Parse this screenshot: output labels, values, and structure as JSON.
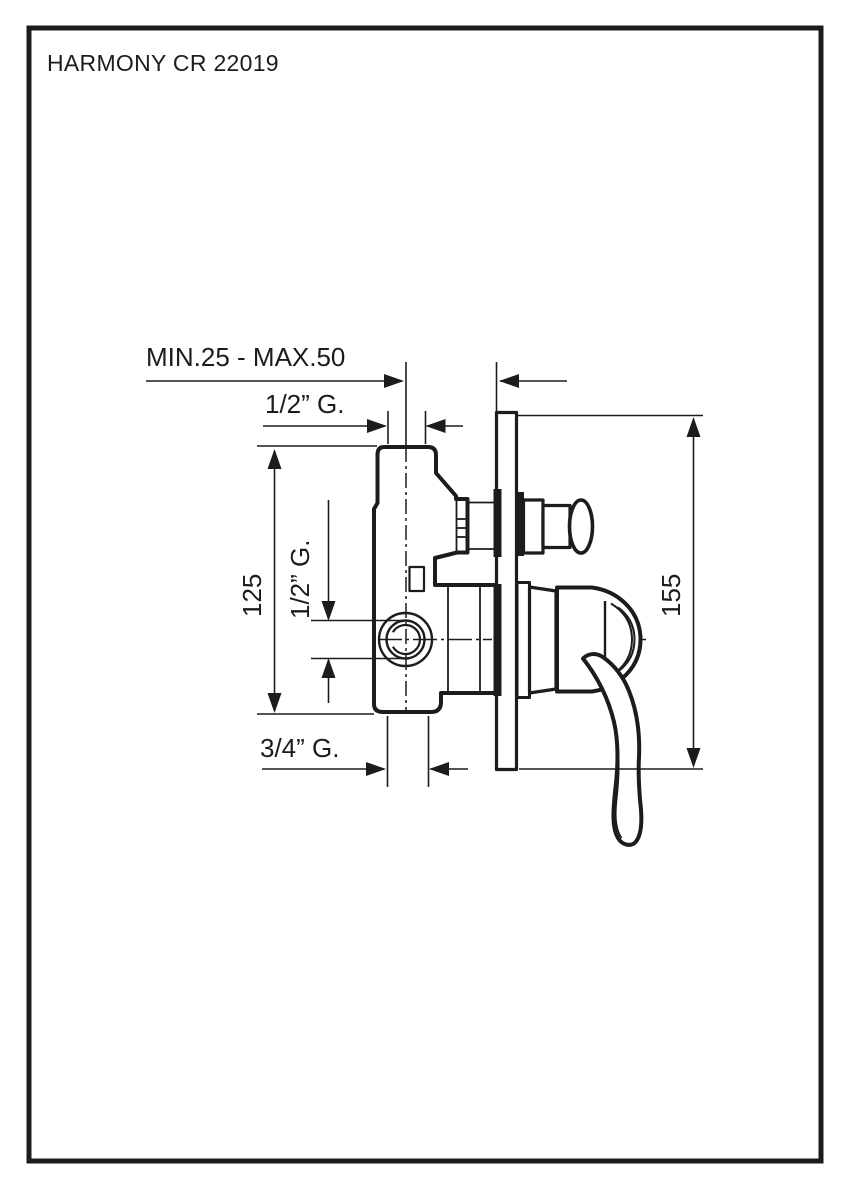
{
  "page": {
    "title": "HARMONY CR 22019"
  },
  "dimensions": {
    "mounting_depth": "MIN.25 - MAX.50",
    "top_connection": "1/2” G.",
    "side_connection": "1/2” G.",
    "body_height": "125",
    "bottom_connection": "3/4” G.",
    "plate_height": "155"
  },
  "colors": {
    "ink": "#1c1c1c",
    "paper": "#ffffff"
  }
}
